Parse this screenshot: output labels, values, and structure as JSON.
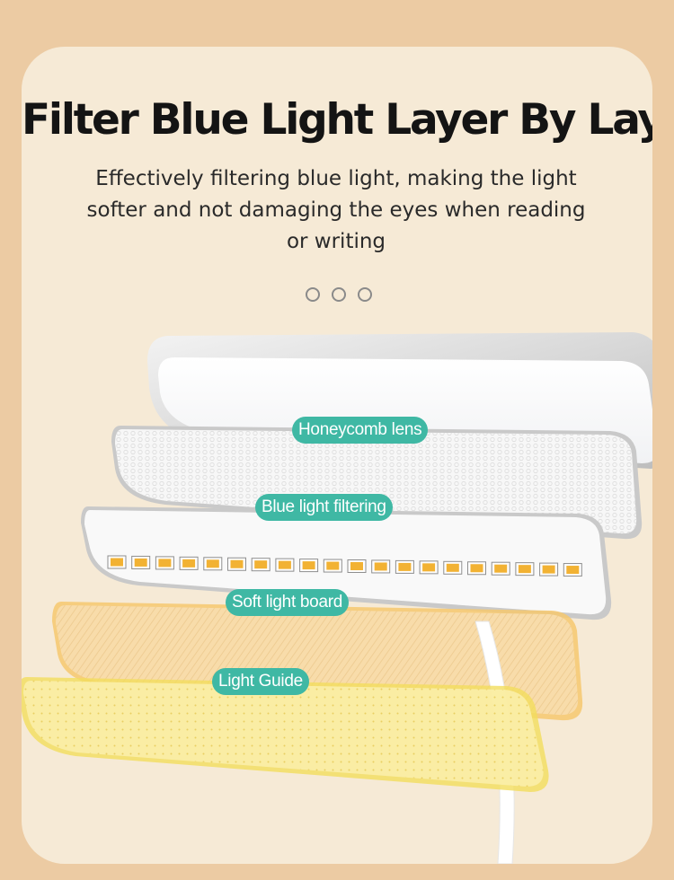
{
  "header": {
    "title": "Filter Blue Light Layer By Layer",
    "subtitle": "Effectively filtering blue light, making the light softer and not damaging the eyes when reading or writing"
  },
  "pagination": {
    "dot_count": 3
  },
  "layers": [
    {
      "id": "shade",
      "label": ""
    },
    {
      "id": "lens",
      "label": "Honeycomb lens"
    },
    {
      "id": "filter",
      "label": "Blue light filtering"
    },
    {
      "id": "board",
      "label": "Soft light board"
    },
    {
      "id": "guide",
      "label": "Light Guide"
    }
  ],
  "colors": {
    "background": "#eccba3",
    "card": "#f6ead6",
    "label_bg": "#3fb8a4",
    "led": "#f2b233",
    "guide_yellow": "#f7e27a"
  }
}
